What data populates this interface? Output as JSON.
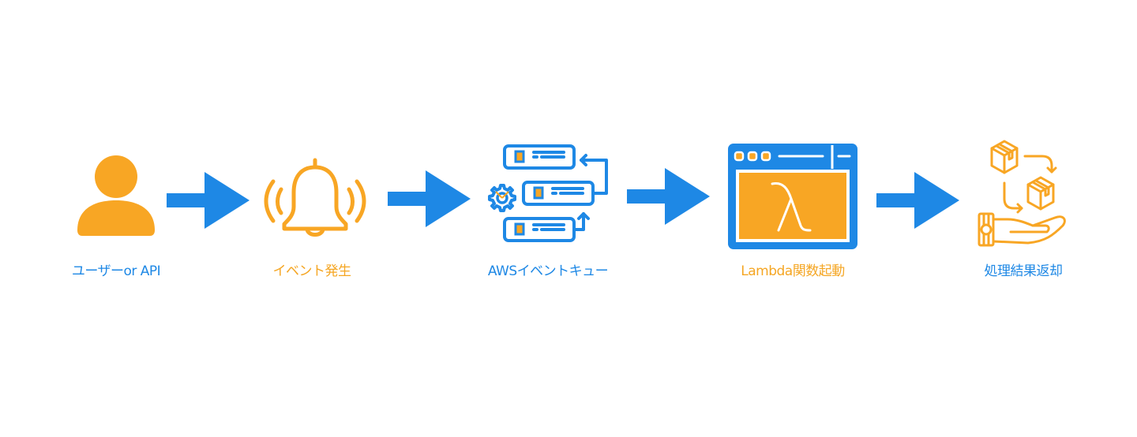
{
  "colors": {
    "blue": "#1e88e5",
    "orange": "#f8a624",
    "background": "#ffffff"
  },
  "steps": [
    {
      "label": "ユーザーor API",
      "icon": "user-icon",
      "label_color": "blue"
    },
    {
      "label": "イベント発生",
      "icon": "bell-ringing-icon",
      "label_color": "orange"
    },
    {
      "label": "AWSイベントキュー",
      "icon": "queue-list-gear-icon",
      "label_color": "blue"
    },
    {
      "label": "Lambda関数起動",
      "icon": "lambda-window-icon",
      "label_color": "orange"
    },
    {
      "label": "処理結果返却",
      "icon": "hand-boxes-icon",
      "label_color": "blue"
    }
  ],
  "lambda_symbol": "λ",
  "arrows": [
    {
      "from": "ユーザーor API",
      "to": "イベント発生"
    },
    {
      "from": "イベント発生",
      "to": "AWSイベントキュー"
    },
    {
      "from": "AWSイベントキュー",
      "to": "Lambda関数起動"
    },
    {
      "from": "Lambda関数起動",
      "to": "処理結果返却"
    }
  ]
}
